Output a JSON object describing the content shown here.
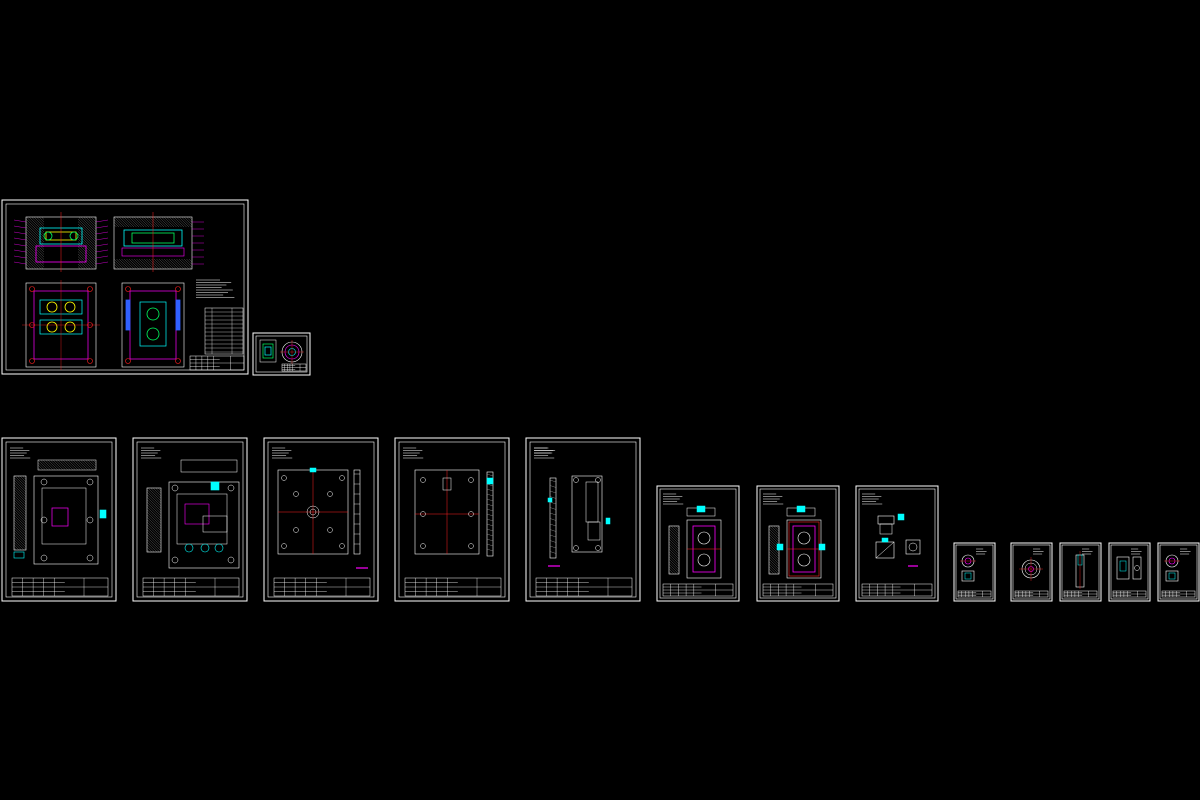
{
  "canvas": {
    "background": "#000000"
  },
  "palette": {
    "white": "#ffffff",
    "cyan": "#00ffff",
    "magenta": "#ff00ff",
    "red": "#ff2020",
    "yellow": "#ffff00",
    "green": "#00ff60",
    "blue": "#3060ff",
    "grey": "#9a9a9a"
  },
  "sheets": [
    {
      "id": "assembly-drawing",
      "kind": "assembly"
    },
    {
      "id": "product-drawing",
      "kind": "product"
    },
    {
      "id": "part-1",
      "kind": "plate-section"
    },
    {
      "id": "part-2",
      "kind": "plate-section-2"
    },
    {
      "id": "part-3",
      "kind": "plate-holes"
    },
    {
      "id": "part-4",
      "kind": "plate-holes"
    },
    {
      "id": "part-5",
      "kind": "plate-narrow"
    },
    {
      "id": "part-6",
      "kind": "plate-magenta"
    },
    {
      "id": "part-7",
      "kind": "plate-magenta"
    },
    {
      "id": "part-8",
      "kind": "detail"
    },
    {
      "id": "part-9",
      "kind": "small-round"
    },
    {
      "id": "part-10",
      "kind": "small-ring"
    },
    {
      "id": "part-11",
      "kind": "small-pin"
    },
    {
      "id": "part-12",
      "kind": "small-block"
    },
    {
      "id": "part-13",
      "kind": "small-round"
    }
  ]
}
